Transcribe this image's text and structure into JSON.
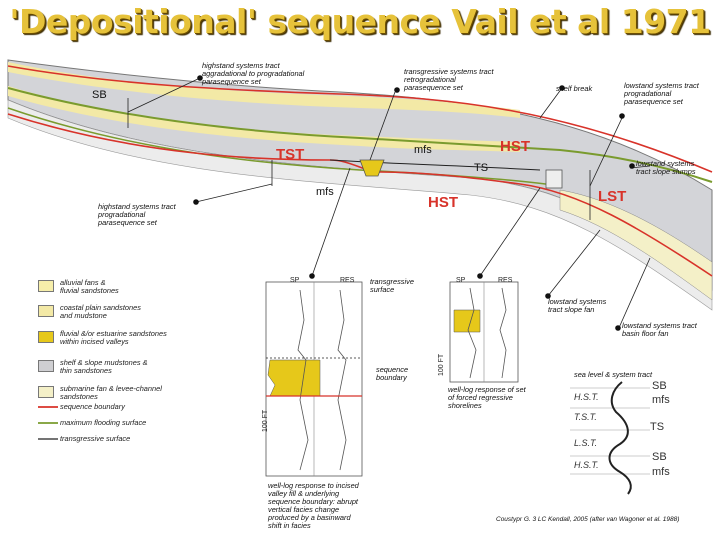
{
  "title": "'Depositional' sequence Vail et al 1971",
  "cross_section": {
    "labels": {
      "sb": "SB",
      "tst": "TST",
      "mfs_top": "mfs",
      "mfs_bottom": "mfs",
      "hst_right": "HST",
      "hst_mid": "HST",
      "ts": "TS",
      "lst": "LST"
    },
    "callouts": {
      "hst_aggradational": [
        "highstand systems tract",
        "aggradational to progradational",
        "parasequence set"
      ],
      "tst_retrogradational": [
        "transgressive systems tract",
        "retrogradational",
        "parasequence set"
      ],
      "shelf_break": "shelf break",
      "lowstand_progradational": [
        "lowstand systems tract",
        "progradational",
        "parasequence set"
      ],
      "lowstand_slope_slumps": [
        "lowstand systems",
        "tract slope slumps"
      ],
      "hst_progradational": [
        "highstand systems tract",
        "progradational",
        "parasequence set"
      ],
      "transgressive_surface": [
        "transgressive",
        "surface"
      ],
      "sequence_boundary": [
        "sequence",
        "boundary"
      ],
      "lowstand_slope_fan": [
        "lowstand systems",
        "tract slope fan"
      ],
      "lowstand_basin_floor": [
        "lowstand systems tract",
        "basin floor fan"
      ]
    }
  },
  "legend": [
    {
      "label": [
        "alluvial fans &",
        "fluvial sandstones"
      ],
      "color": "#f6eeaa"
    },
    {
      "label": [
        "coastal plain sandstones",
        "and mudstone"
      ],
      "color": "#f3e9a6"
    },
    {
      "label": [
        "fluvial &/or estuarine sandstones",
        "within incised valleys"
      ],
      "color": "#e6c81a"
    },
    {
      "label": [
        "shelf & slope mudstones &",
        "thin sandstones"
      ],
      "color": "#cfcfd2"
    },
    {
      "label": [
        "submarine fan & levee-channel",
        "sandstones"
      ],
      "color": "#f4f0c8"
    },
    {
      "label": [
        "sequence boundary"
      ],
      "color": "#d8332a"
    },
    {
      "label": [
        "maximum flooding surface"
      ],
      "color": "#7a9b2e"
    },
    {
      "label": [
        "transgressive surface"
      ],
      "color": "#222222"
    }
  ],
  "logs": {
    "left": {
      "headers": [
        "SP",
        "RES"
      ],
      "scale": "100 FT",
      "caption": [
        "well-log response to incised",
        "valley fill & underlying",
        "sequence boundary: abrupt",
        "vertical facies change",
        "produced by a basinward",
        "shift in facies"
      ]
    },
    "right": {
      "headers": [
        "SP",
        "RES"
      ],
      "scale": "100 FT",
      "caption": [
        "well-log response of set",
        "of forced regressive",
        "shorelines"
      ]
    }
  },
  "sea_level_panel": {
    "title": "sea level & system tract",
    "tracts": [
      "H.S.T.",
      "T.S.T.",
      "L.S.T.",
      "H.S.T."
    ],
    "surfaces": [
      "SB",
      "mfs",
      "TS",
      "SB",
      "mfs"
    ]
  },
  "credit": "Coustypr G. 3 LC Kendall, 2005 (after van Wagoner et al. 1988)"
}
